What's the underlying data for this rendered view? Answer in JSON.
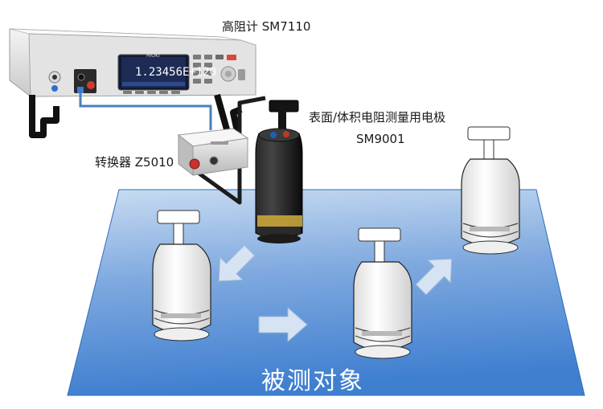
{
  "labels": {
    "meter": "高阻计 SM7110",
    "converter": "转换器 Z5010",
    "electrode_line1": "表面/体积电阻测量用电极",
    "electrode_line2": "SM9001",
    "target": "被测对象"
  },
  "display": {
    "reading": "1.23456E+120",
    "brand": "HIOKI"
  },
  "colors": {
    "sheet_light": "#c9dcf2",
    "sheet_dark": "#3f7fd0",
    "arrow": "#d6e3f3",
    "cable_blue": "#4a7fc1",
    "cable_black": "#1c1c1c",
    "electrode_body": "#151515",
    "electrode_band": "#c9a43a"
  }
}
